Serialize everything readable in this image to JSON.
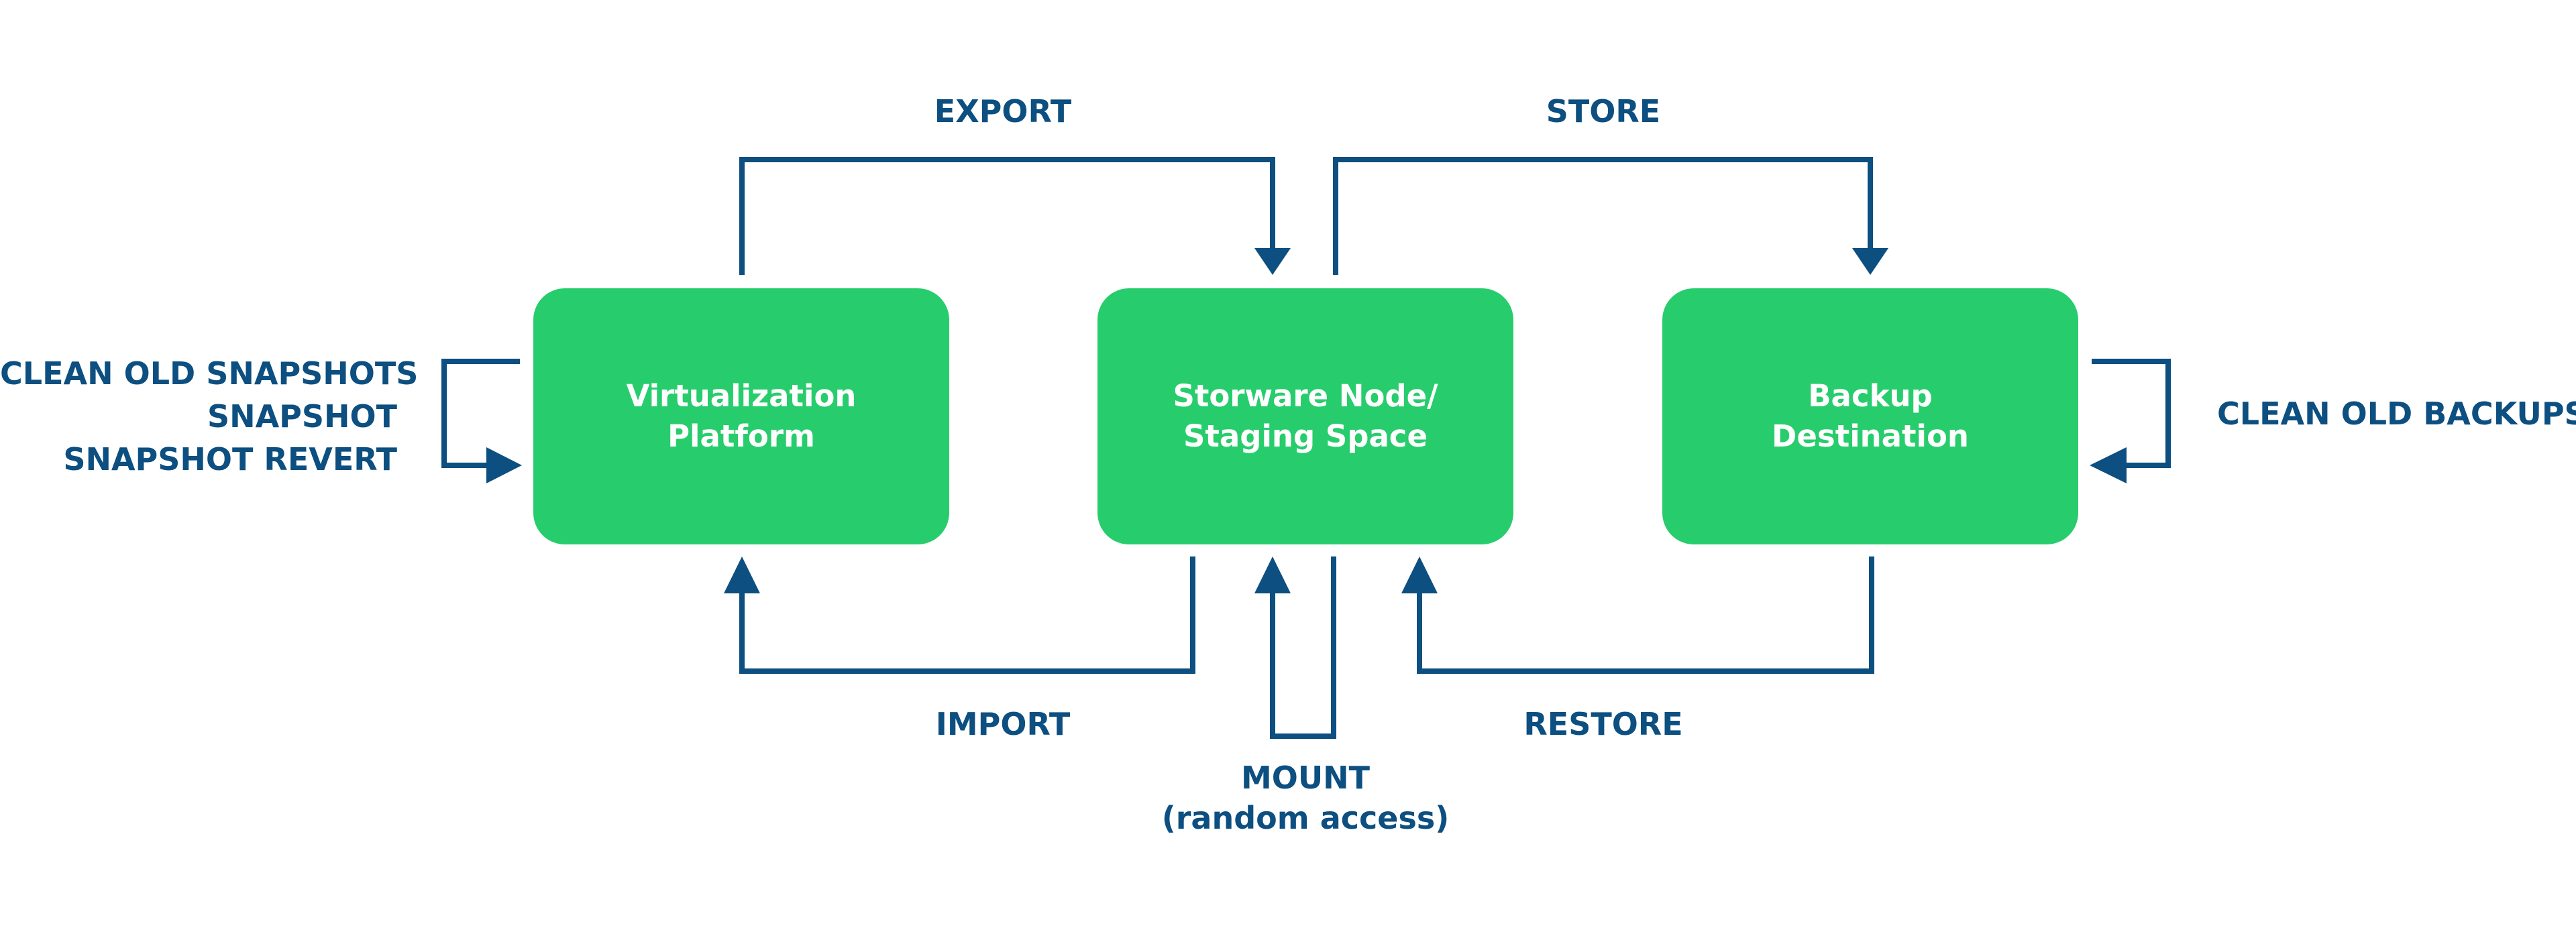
{
  "colors": {
    "node_fill": "#27cd6c",
    "node_text": "#ffffff",
    "connector": "#0c4f80",
    "label_text": "#0c4f80",
    "background": "#ffffff"
  },
  "nodes": {
    "virtualization": {
      "line1": "Virtualization",
      "line2": "Platform"
    },
    "staging": {
      "line1": "Storware Node/",
      "line2": "Staging Space"
    },
    "backup": {
      "line1": "Backup",
      "line2": "Destination"
    }
  },
  "labels": {
    "export": "EXPORT",
    "store": "STORE",
    "import": "IMPORT",
    "restore": "RESTORE",
    "mount_line1": "MOUNT",
    "mount_line2": "(random access)",
    "snapshot_ops": [
      "CLEAN OLD SNAPSHOTS",
      "SNAPSHOT",
      "SNAPSHOT REVERT"
    ],
    "clean_backups": "CLEAN OLD BACKUPS"
  },
  "arrows": [
    {
      "name": "export-arrow",
      "from": "virtualization",
      "to": "staging"
    },
    {
      "name": "store-arrow",
      "from": "staging",
      "to": "backup"
    },
    {
      "name": "import-arrow",
      "from": "staging",
      "to": "virtualization"
    },
    {
      "name": "restore-arrow",
      "from": "backup",
      "to": "staging"
    },
    {
      "name": "mount-arrow",
      "from": "staging",
      "to": "staging"
    },
    {
      "name": "snapshot-loop-arrow",
      "from": "virtualization",
      "to": "virtualization"
    },
    {
      "name": "clean-backups-loop-arrow",
      "from": "backup",
      "to": "backup"
    }
  ]
}
